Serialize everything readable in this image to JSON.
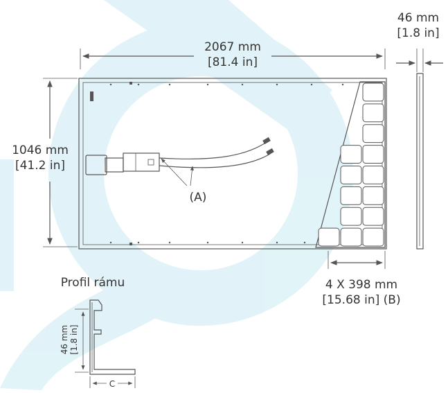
{
  "colors": {
    "watermark": "#c9ebf3",
    "line": "#555555",
    "text": "#333333"
  },
  "dimensions": {
    "length_mm": "2067 mm",
    "length_in": "[81.4 in]",
    "width_mm": "1046 mm",
    "width_in": "[41.2 in]",
    "thickness_mm": "46 mm",
    "thickness_in": "[1.8 in]",
    "cell_mm": "4 X 398 mm",
    "cell_in": "[15.68 in] (B)"
  },
  "labels": {
    "junction_box_callout": "(A)",
    "frame_profile_title": "Profil rámu",
    "profile_height_mm": "46 mm",
    "profile_height_in": "[1.8 in]",
    "profile_width_label": "C"
  }
}
